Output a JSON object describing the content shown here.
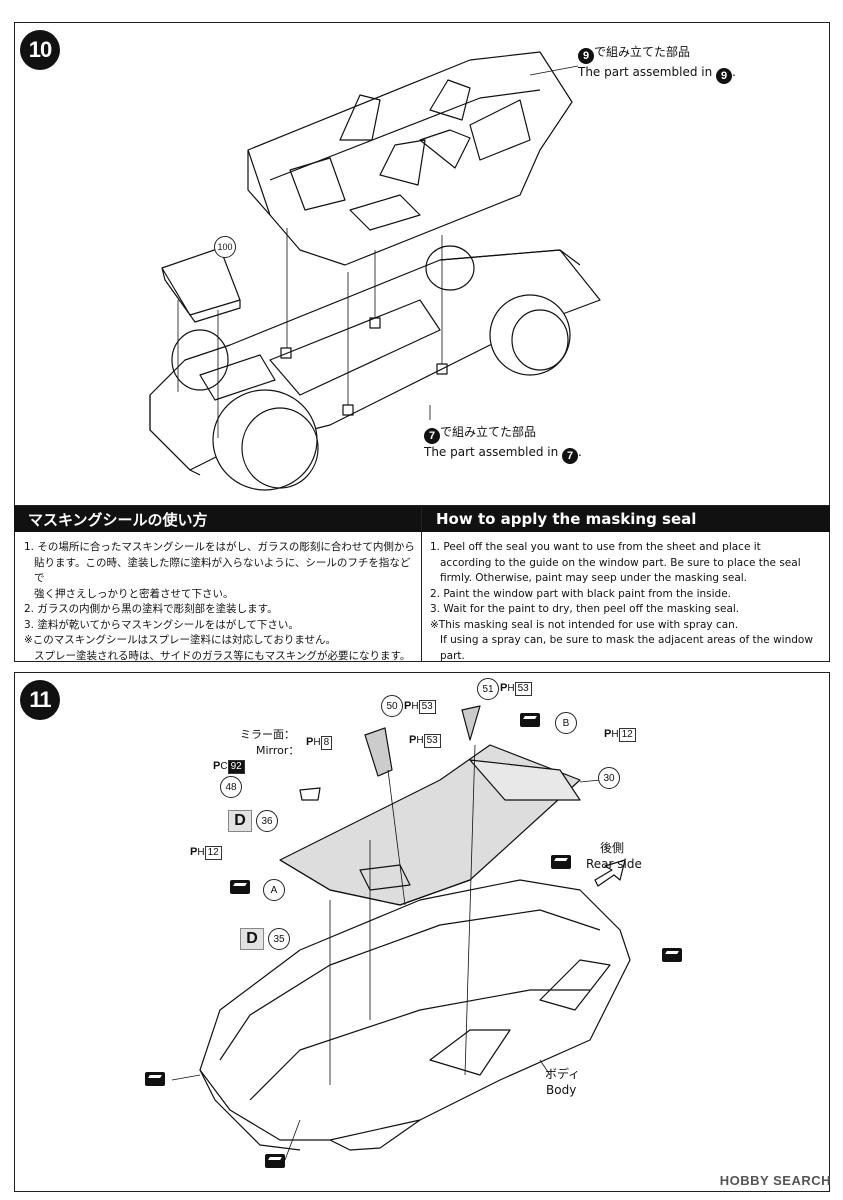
{
  "step10": {
    "number": "10",
    "callout9_ja": "で組み立てた部品",
    "callout9_num": "9",
    "callout9_en": "The part assembled in",
    "callout9_en_end": ".",
    "callout100": "100",
    "callout7_ja": "で組み立てた部品",
    "callout7_num": "7",
    "callout7_en": "The part assembled in",
    "callout7_en_end": "."
  },
  "masking": {
    "title_ja": "マスキングシールの使い方",
    "title_en": "How to apply the masking seal",
    "ja": [
      "1. その場所に合ったマスキングシールをはがし、ガラスの彫刻に合わせて内側から",
      "貼ります。この時、塗装した際に塗料が入らないように、シールのフチを指などで",
      "強く押さえしっかりと密着させて下さい。",
      "2. ガラスの内側から黒の塗料で彫刻部を塗装します。",
      "3. 塗料が乾いてからマスキングシールをはがして下さい。",
      "※このマスキングシールはスプレー塗料には対応しておりません。",
      "スプレー塗装される時は、サイドのガラス等にもマスキングが必要になります。"
    ],
    "en": [
      "1. Peel off the seal you want to use from the sheet and place it",
      "according to the guide on the window part. Be sure to place the seal",
      "firmly. Otherwise, paint may seep under the masking seal.",
      "2. Paint the window part with black paint from the inside.",
      "3. Wait for the paint to dry, then peel off the masking seal.",
      "※This masking seal is not intended for use with spray can.",
      "If using a spray can, be sure to mask the adjacent areas of the window part."
    ]
  },
  "step11": {
    "number": "11",
    "part50": "50",
    "part51": "51",
    "part48": "48",
    "part30": "30",
    "part36": "36",
    "part35": "35",
    "paint_h53": "53",
    "paint_h12": "12",
    "paint_h8": "8",
    "paint_c92": "92",
    "mirror_ja": "ミラー面：",
    "mirror_en": "Mirror：",
    "letterA": "A",
    "letterB": "B",
    "letterD": "D",
    "rear_ja": "後側",
    "rear_en": "Rear side",
    "body_ja": "ボディ",
    "body_en": "Body"
  },
  "watermark": "HOBBY SEARCH"
}
